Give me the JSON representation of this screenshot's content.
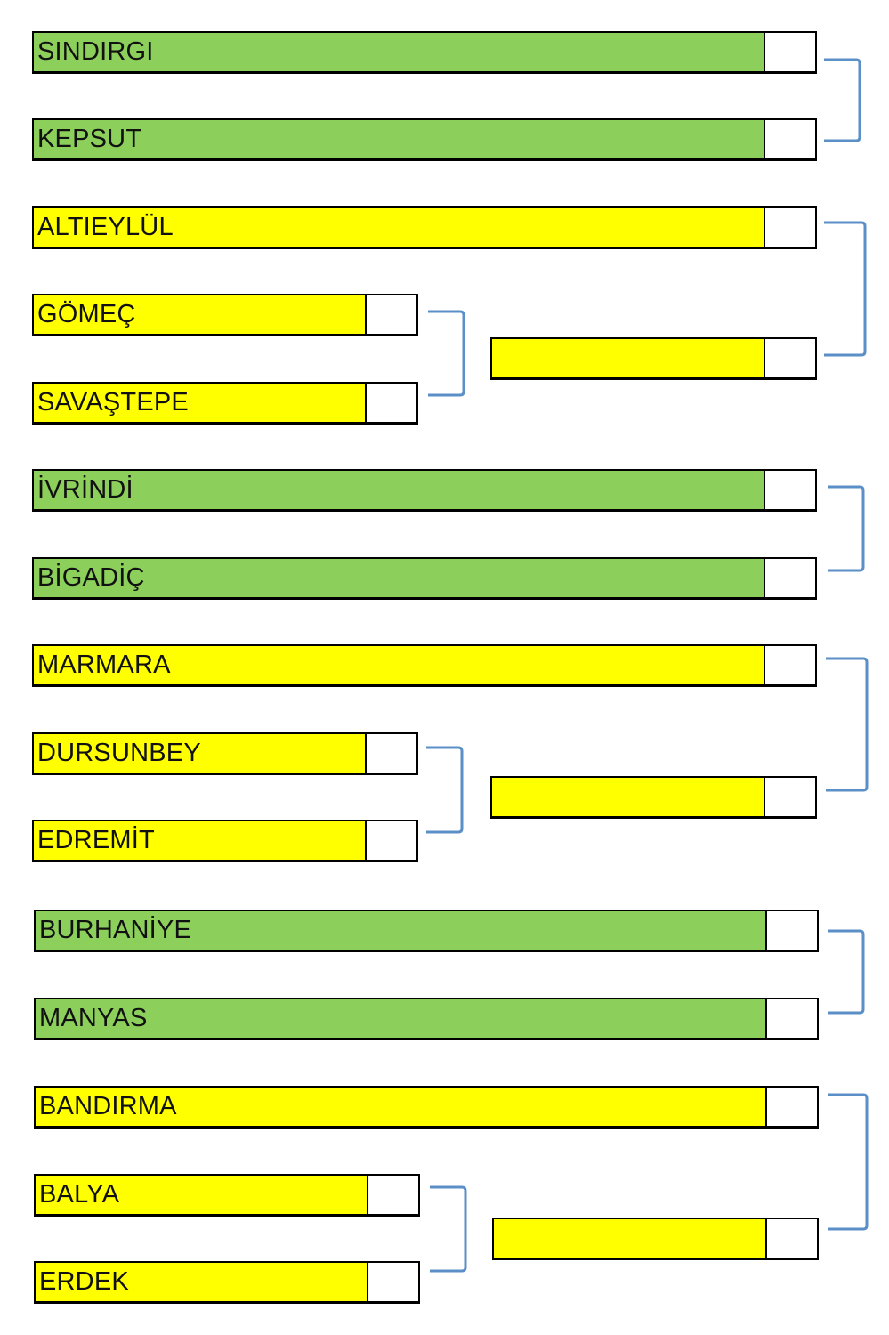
{
  "teams": {
    "sindirgi": "SINDIRGI",
    "kepsut": "KEPSUT",
    "altieylul": "ALTIEYLÜL",
    "gomec": "GÖMEÇ",
    "savastepe": "SAVAŞTEPE",
    "ivrindi": "İVRİNDİ",
    "bigadic": "BİGADİÇ",
    "marmara": "MARMARA",
    "dursunbey": "DURSUNBEY",
    "edremit": "EDREMİT",
    "burhaniye": "BURHANİYE",
    "manyas": "MANYAS",
    "bandirma": "BANDIRMA",
    "balya": "BALYA",
    "erdek": "ERDEK"
  },
  "colors": {
    "group_green": "#8ccf5b",
    "group_yellow": "#ffff00",
    "bracket_line": "#5b8fc7",
    "score_box": "#ffffff"
  }
}
